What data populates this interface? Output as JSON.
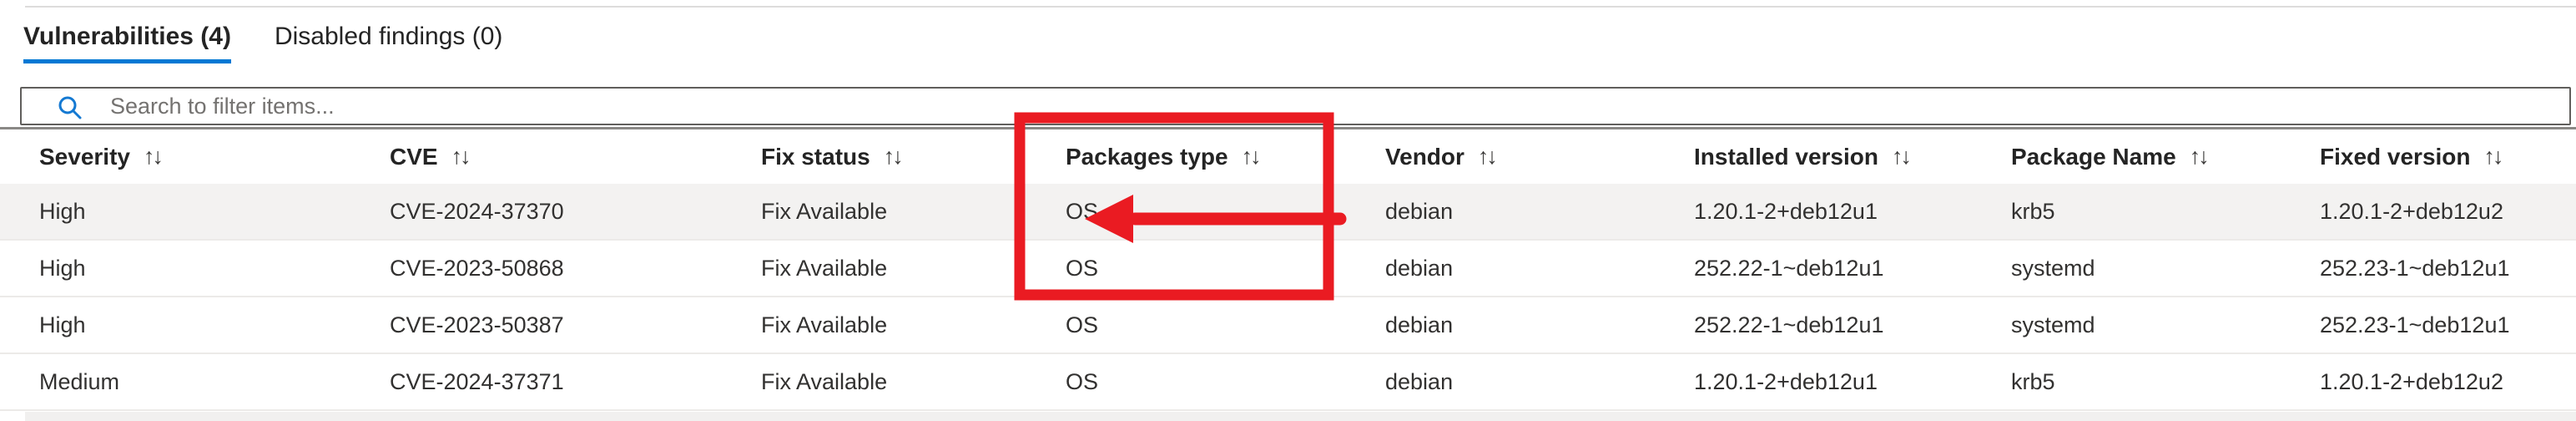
{
  "colors": {
    "accent_blue": "#0078d4",
    "search_icon_blue": "#1479d2",
    "annotation_red": "#ea1b22",
    "row_highlight_gray": "#f3f2f1"
  },
  "tabs": {
    "items": [
      {
        "label": "Vulnerabilities (4)"
      },
      {
        "label": "Disabled findings (0)"
      }
    ],
    "active_index": 0
  },
  "search": {
    "placeholder": "Search to filter items...",
    "value": ""
  },
  "table": {
    "sort_icon": "↑↓",
    "columns": [
      "Severity",
      "CVE",
      "Fix status",
      "Packages type",
      "Vendor",
      "Installed version",
      "Package Name",
      "Fixed version"
    ],
    "rows": [
      [
        "High",
        "CVE-2024-37370",
        "Fix Available",
        "OS",
        "debian",
        "1.20.1-2+deb12u1",
        "krb5",
        "1.20.1-2+deb12u2"
      ],
      [
        "High",
        "CVE-2023-50868",
        "Fix Available",
        "OS",
        "debian",
        "252.22-1~deb12u1",
        "systemd",
        "252.23-1~deb12u1"
      ],
      [
        "High",
        "CVE-2023-50387",
        "Fix Available",
        "OS",
        "debian",
        "252.22-1~deb12u1",
        "systemd",
        "252.23-1~deb12u1"
      ],
      [
        "Medium",
        "CVE-2024-37371",
        "Fix Available",
        "OS",
        "debian",
        "1.20.1-2+deb12u1",
        "krb5",
        "1.20.1-2+deb12u2"
      ]
    ]
  },
  "annotation": {
    "color": "#ea1b22",
    "type": "rectangle-with-left-arrow",
    "highlights": "Packages type column header and OS values of first two rows"
  }
}
